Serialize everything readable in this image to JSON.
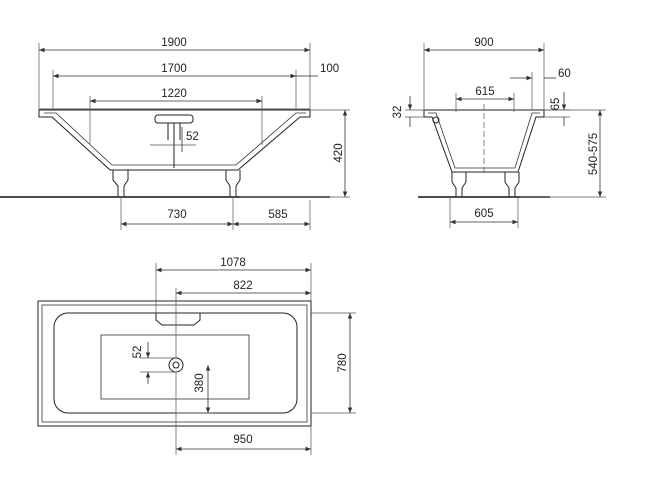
{
  "drawing": {
    "side_view": {
      "overall_length": "1900",
      "inner_length": "1700",
      "bottom_length": "1220",
      "rim_width": "100",
      "drain_offset": "52",
      "height": "420",
      "foot_spacing": "730",
      "foot_to_end": "585"
    },
    "end_view": {
      "overall_width": "900",
      "inner_width": "615",
      "rim_overhang": "60",
      "rim_height": "65",
      "rim_thickness": "32",
      "total_height": "540-575",
      "foot_width": "605"
    },
    "plan_view": {
      "drain_position": "1078",
      "overflow_position": "822",
      "drain_offset": "52",
      "drain_depth": "380",
      "width": "780",
      "drain_from_end": "950"
    }
  }
}
